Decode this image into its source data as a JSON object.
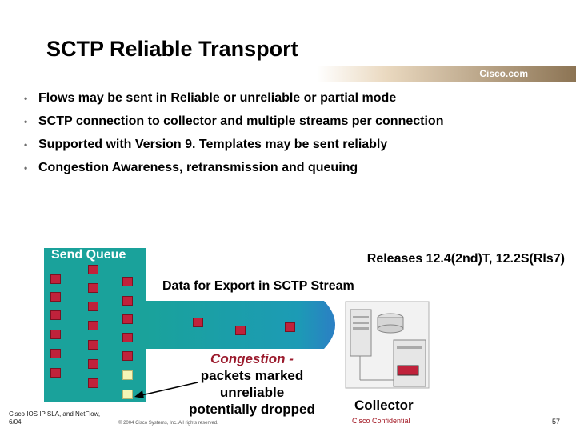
{
  "slide": {
    "title": "SCTP Reliable Transport",
    "brand": "Cisco.com"
  },
  "bullets": [
    "Flows may be sent  in Reliable or unreliable or partial mode",
    "SCTP connection to collector and multiple streams per connection",
    "Supported with Version 9. Templates may be sent reliably",
    "Congestion Awareness, retransmission and queuing"
  ],
  "bullet_symbol": "•",
  "diagram": {
    "send_queue_label": "Send Queue",
    "releases": "Releases 12.4(2nd)T, 12.2S(Rls7)",
    "stream_label": "Data for Export in SCTP Stream",
    "congestion_title": "Congestion -",
    "congestion_lines": [
      "packets marked",
      "unreliable",
      "potentially dropped"
    ],
    "collector_label": "Collector",
    "colors": {
      "queue_panel": "#1aa29b",
      "packet": "#c0223b",
      "dropped_packet": "#f5f5b6",
      "accent_text": "#9b1b2d"
    }
  },
  "footer": {
    "left": "Cisco IOS IP SLA, and NetFlow, 6/04",
    "copyright": "© 2004 Cisco Systems, Inc. All rights reserved.",
    "confidential": "Cisco Confidential",
    "page": "57"
  }
}
